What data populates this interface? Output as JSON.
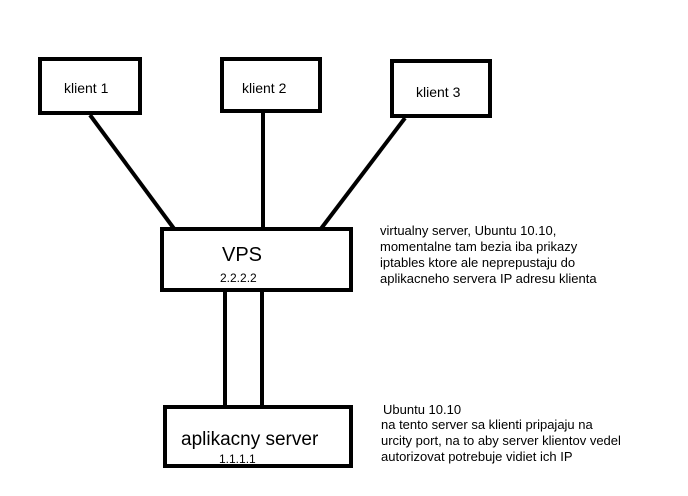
{
  "nodes": {
    "client1": {
      "label": "klient 1"
    },
    "client2": {
      "label": "klient 2"
    },
    "client3": {
      "label": "klient 3"
    },
    "vps": {
      "label": "VPS",
      "ip": "2.2.2.2"
    },
    "app_server": {
      "label": "aplikacny server",
      "ip": "1.1.1.1"
    }
  },
  "notes": {
    "vps": [
      "virtualny server, Ubuntu 10.10,",
      "momentalne tam bezia iba prikazy",
      "iptables ktore ale neprepustaju do",
      "aplikacneho servera IP adresu klienta"
    ],
    "app_server": [
      "Ubuntu 10.10",
      "na tento server sa klienti pripajaju na",
      "urcity port, na to aby server klientov vedel",
      "autorizovat potrebuje vidiet ich IP"
    ]
  },
  "colors": {
    "stroke": "#000000",
    "background": "#ffffff"
  }
}
